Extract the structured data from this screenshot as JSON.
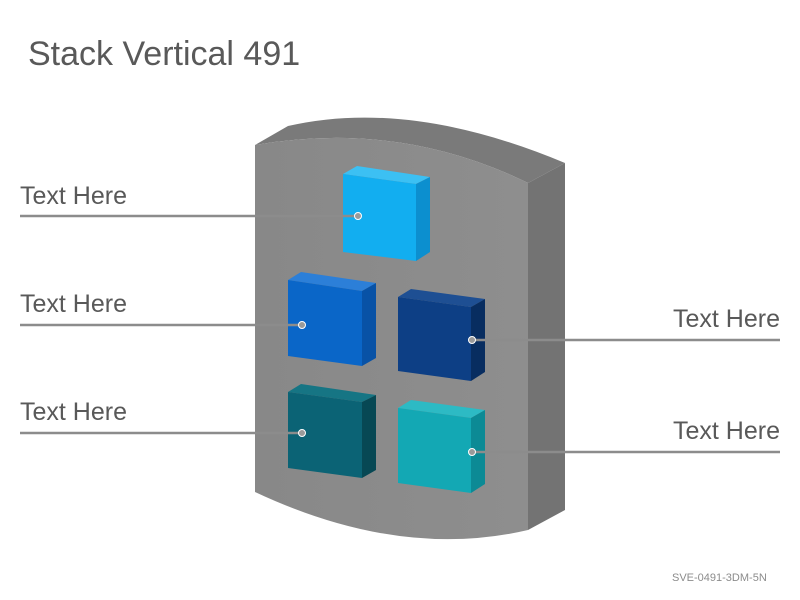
{
  "title": "Stack Vertical 491",
  "code": "SVE-0491-3DM-5N",
  "labels": {
    "top_left": "Text Here",
    "mid_left": "Text Here",
    "bottom_left": "Text Here",
    "mid_right": "Text Here",
    "bottom_right": "Text Here"
  },
  "colors": {
    "slab": "#8c8c8c",
    "slab_side": "#737373",
    "cube_1": "#12aef0",
    "cube_2": "#0a66c8",
    "cube_3": "#0d3f85",
    "cube_4": "#0b6375",
    "cube_5": "#13a8b4",
    "connector": "#8c8c8c"
  }
}
